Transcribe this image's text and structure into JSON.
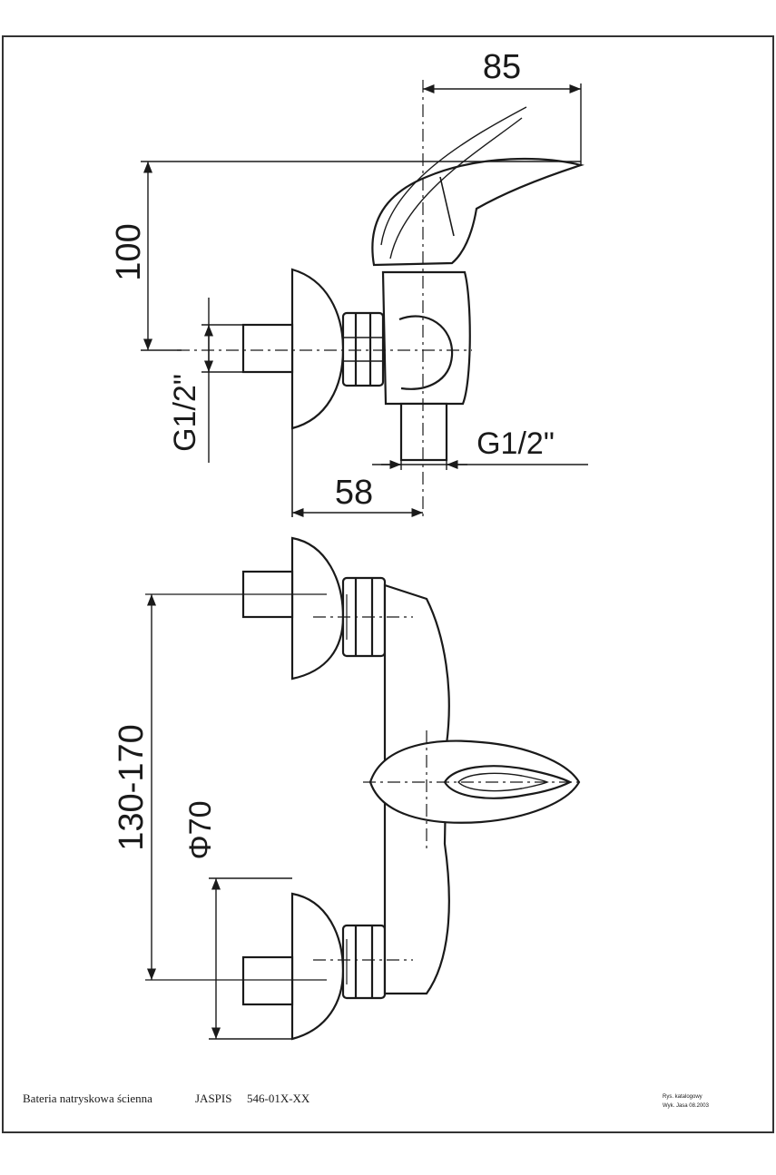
{
  "dimensions": {
    "width_85": "85",
    "height_100": "100",
    "thread_left": "G1/2\"",
    "thread_right": "G1/2\"",
    "depth_58": "58",
    "spacing": "130-170",
    "diameter": "Φ70"
  },
  "footer": {
    "description_left": "Bateria natryskowa ścienna",
    "product_name": "JASPIS",
    "product_code": "546-01X-XX",
    "note_line1": "Rys. katalogowy",
    "note_line2": "Wyk. Jasa 08.2003"
  }
}
